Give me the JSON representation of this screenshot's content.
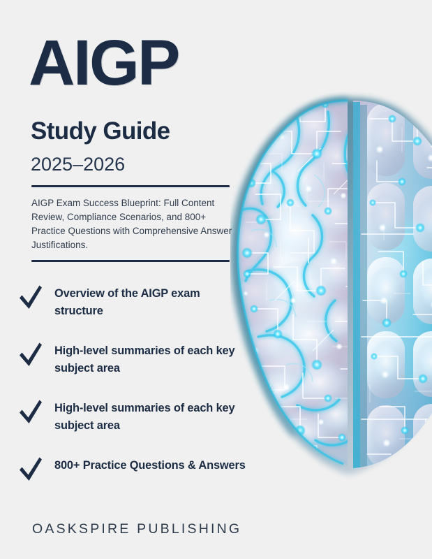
{
  "cover": {
    "background_color": "#f0f0f0",
    "ink_color": "#1b2c44",
    "accent_color": "#2ec5e8",
    "title": "AIGP",
    "subtitle": "Study Guide",
    "year_range": "2025–2026",
    "description": "AIGP Exam Success Blueprint: Full Content Review, Compliance Scenarios, and 800+ Practice Questions with Comprehensive Answer Justifications.",
    "publisher": "OASKSPIRE PUBLISHING",
    "bullets": [
      {
        "icon": "checkmark-icon",
        "text": "Overview of the AIGP exam structure"
      },
      {
        "icon": "checkmark-icon",
        "text": "High-level summaries of each key subject area"
      },
      {
        "icon": "checkmark-icon",
        "text": "High-level summaries of each key subject area"
      },
      {
        "icon": "checkmark-icon",
        "text": "800+ Practice Questions & Answers"
      }
    ],
    "artwork": {
      "name": "circuit-brain-illustration",
      "description": "Glowing cyan circuit-board brain",
      "colors": {
        "glow": "#3ed8f5",
        "trace": "#ffffff",
        "tissue_light": "#e8f6fd",
        "tissue_violet": "#b9b3cf",
        "deep": "#1f6f8c",
        "midline": "#2fb6d8"
      }
    }
  }
}
